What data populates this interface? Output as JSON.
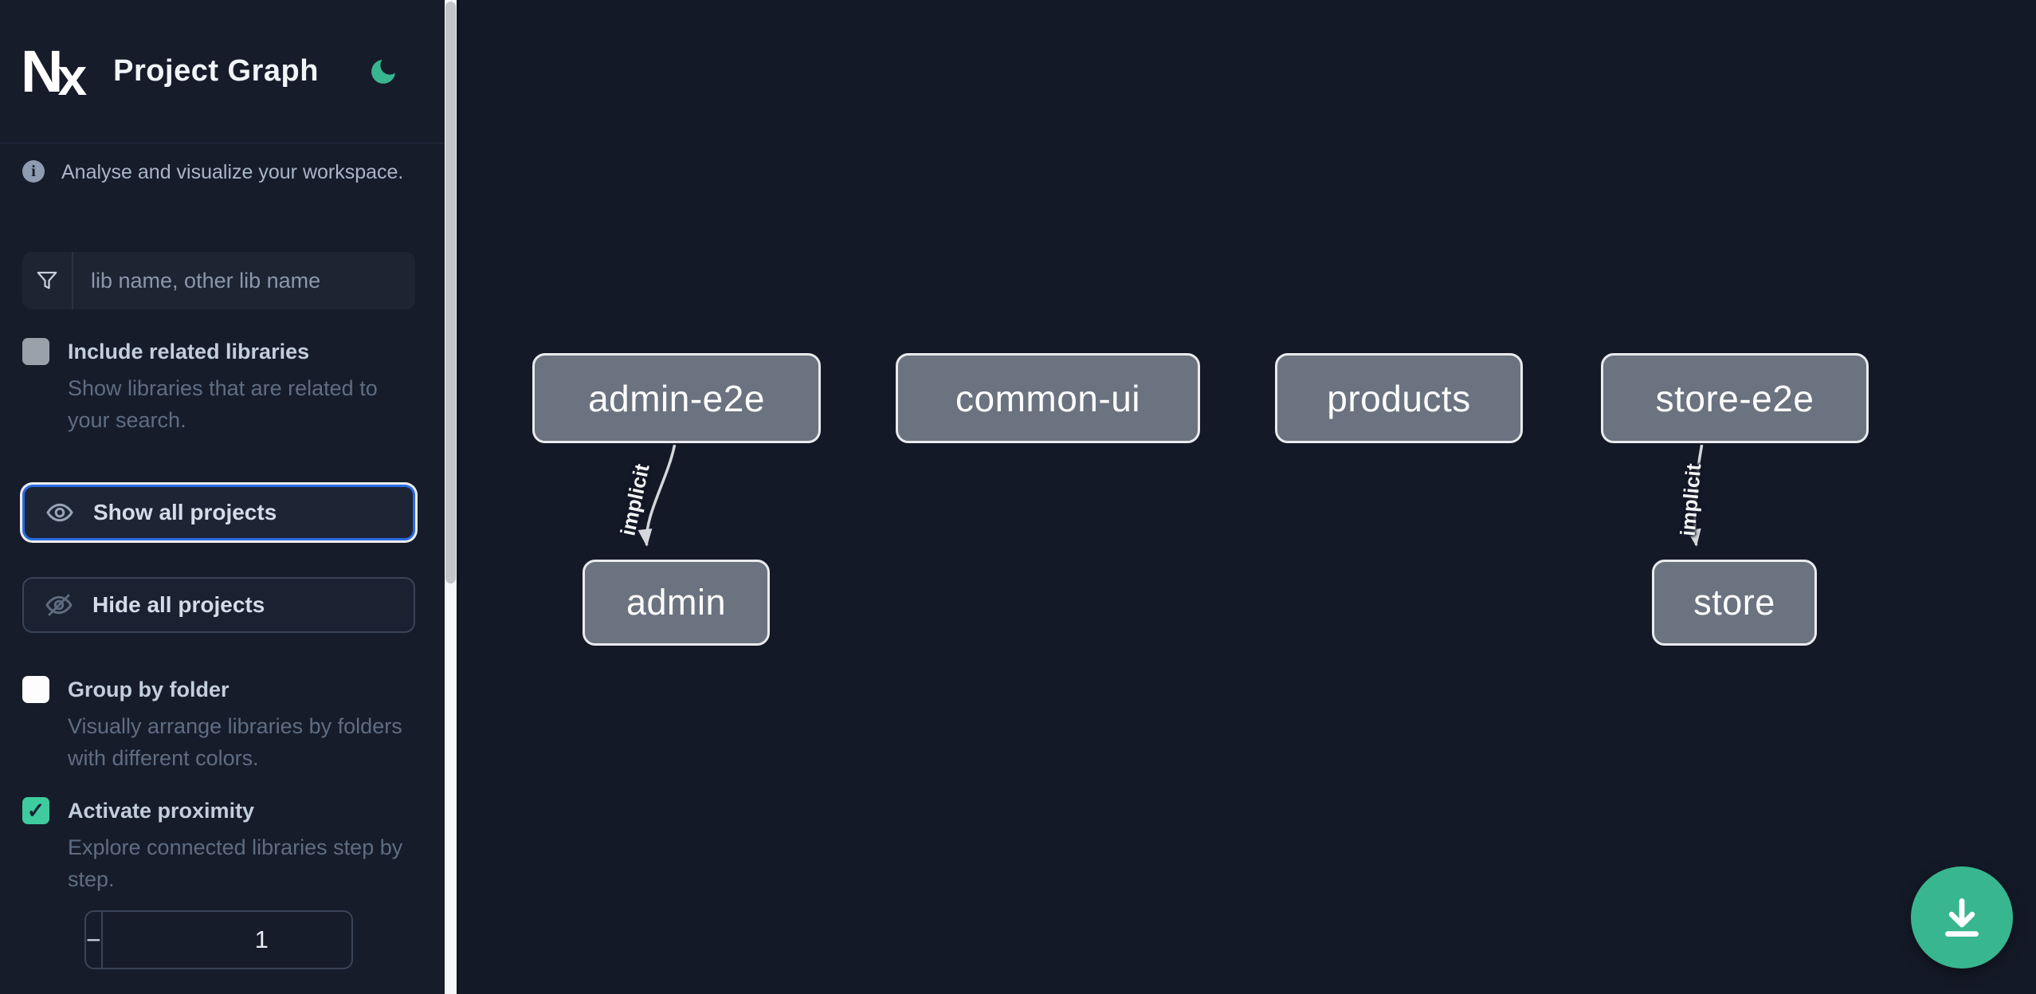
{
  "theme": {
    "sidebar_bg": "#171c2b",
    "canvas_bg": "#141927",
    "accent_green": "#38b68f",
    "checkbox_green": "#3fcb9e",
    "focus_blue": "#2b6be0",
    "node_fill": "#6b7381",
    "node_border": "#e9ebef",
    "edge_color": "#d4d7db"
  },
  "header": {
    "logo_text": "Nx",
    "title": "Project Graph"
  },
  "sidebar": {
    "info_text": "Analyse and visualize your workspace.",
    "filter_placeholder": "lib name, other lib name",
    "toggles": [
      {
        "label": "Include related libraries",
        "description": "Show libraries that are related to your search.",
        "checked": false
      },
      {
        "label": "Group by folder",
        "description": "Visually arrange libraries by folders with different colors.",
        "checked": false
      },
      {
        "label": "Activate proximity",
        "description": "Explore connected libraries step by step.",
        "checked": true
      }
    ],
    "show_all_label": "Show all projects",
    "hide_all_label": "Hide all projects",
    "stepper": {
      "decrement": "−",
      "value": "1",
      "increment": "+"
    }
  },
  "graph": {
    "nodes": [
      {
        "id": "admin-e2e",
        "label": "admin-e2e"
      },
      {
        "id": "common-ui",
        "label": "common-ui"
      },
      {
        "id": "products",
        "label": "products"
      },
      {
        "id": "store-e2e",
        "label": "store-e2e"
      },
      {
        "id": "admin",
        "label": "admin"
      },
      {
        "id": "store",
        "label": "store"
      }
    ],
    "edges": [
      {
        "source": "admin-e2e",
        "target": "admin",
        "label": "implicit"
      },
      {
        "source": "store-e2e",
        "target": "store",
        "label": "implicit"
      }
    ]
  }
}
